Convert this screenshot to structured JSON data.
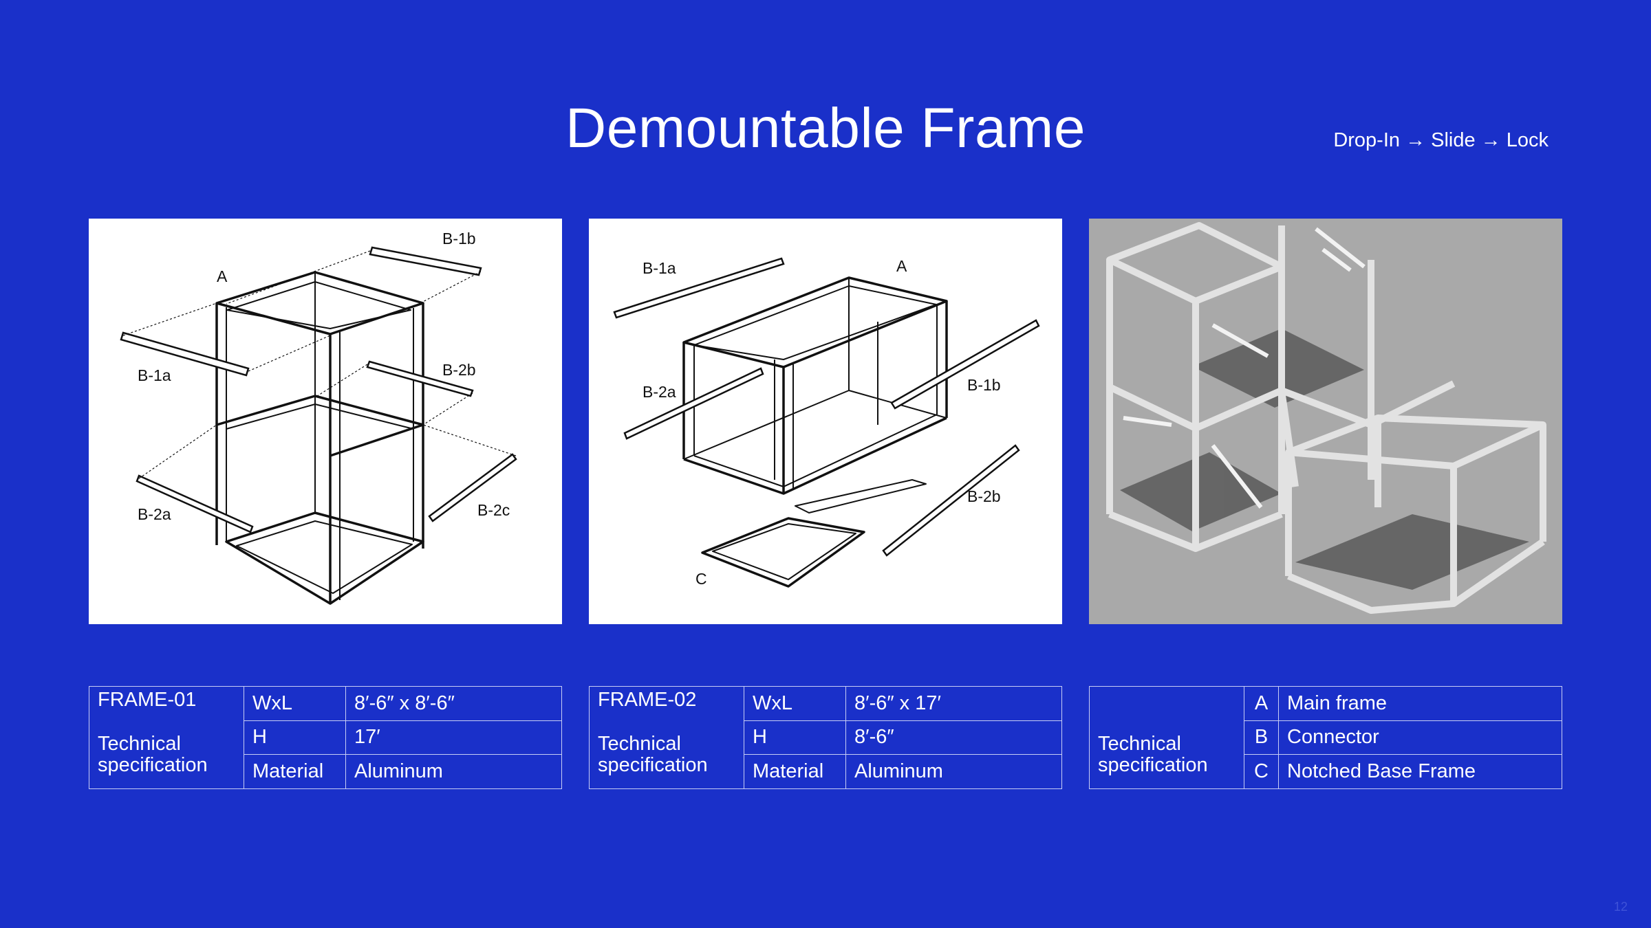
{
  "header": {
    "title": "Demountable Frame",
    "tagline": "Drop-In → Slide → Lock"
  },
  "diagrams": {
    "frame01": {
      "a": "A",
      "b1a": "B-1a",
      "b1b": "B-1b",
      "b2a": "B-2a",
      "b2b": "B-2b",
      "b2c": "B-2c"
    },
    "frame02": {
      "a": "A",
      "b1a": "B-1a",
      "b1b": "B-1b",
      "b2a": "B-2a",
      "b2b": "B-2b",
      "c": "C"
    }
  },
  "specs": {
    "frame01": {
      "name": "FRAME-01",
      "subtitle": "Technical specification",
      "rows": [
        {
          "key": "WxL",
          "value": "8′-6″ x 8′-6″"
        },
        {
          "key": "H",
          "value": "17′"
        },
        {
          "key": "Material",
          "value": "Aluminum"
        }
      ]
    },
    "frame02": {
      "name": "FRAME-02",
      "subtitle": "Technical specification",
      "rows": [
        {
          "key": "WxL",
          "value": "8′-6″ x 17′"
        },
        {
          "key": "H",
          "value": "8′-6″"
        },
        {
          "key": "Material",
          "value": "Aluminum"
        }
      ]
    },
    "legend": {
      "subtitle": "Technical specification",
      "rows": [
        {
          "key": "A",
          "value": "Main frame"
        },
        {
          "key": "B",
          "value": "Connector"
        },
        {
          "key": "C",
          "value": "Notched Base Frame"
        }
      ]
    }
  },
  "footer": {
    "page_number": "12"
  }
}
